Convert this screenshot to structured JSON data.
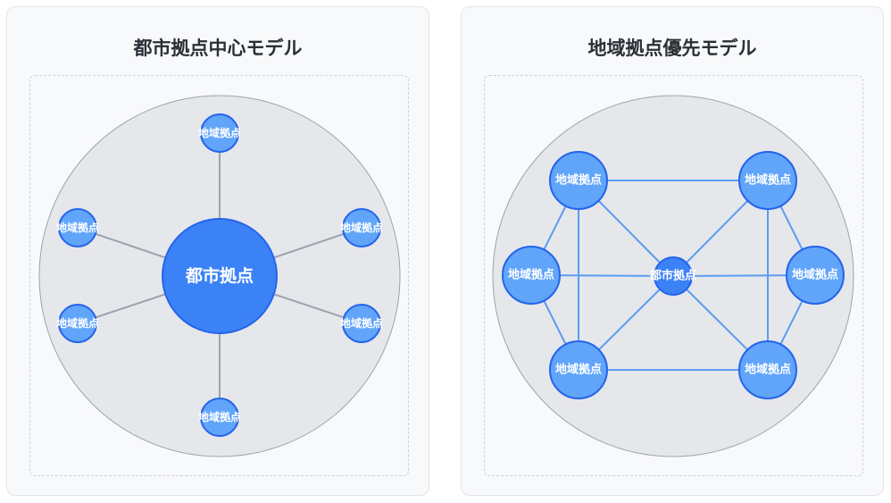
{
  "left_panel": {
    "title": "都市拠点中心モデル",
    "center_label": "都市拠点",
    "satellite_labels": [
      "地域拠点",
      "地域拠点",
      "地域拠点",
      "地域拠点",
      "地域拠点",
      "地域拠点"
    ]
  },
  "right_panel": {
    "title": "地域拠点優先モデル",
    "center_label": "都市拠点",
    "regional_labels": [
      "地域拠点",
      "地域拠点",
      "地域拠点",
      "地域拠点",
      "地域拠点",
      "地域拠点"
    ]
  },
  "colors": {
    "city_node": "#3b82f6",
    "regional_node": "#60a5fa",
    "node_border": "#2563eb",
    "hub_link": "#9ca3af",
    "network_link": "#5b9cf0",
    "region_fill": "#e5e7eb"
  }
}
